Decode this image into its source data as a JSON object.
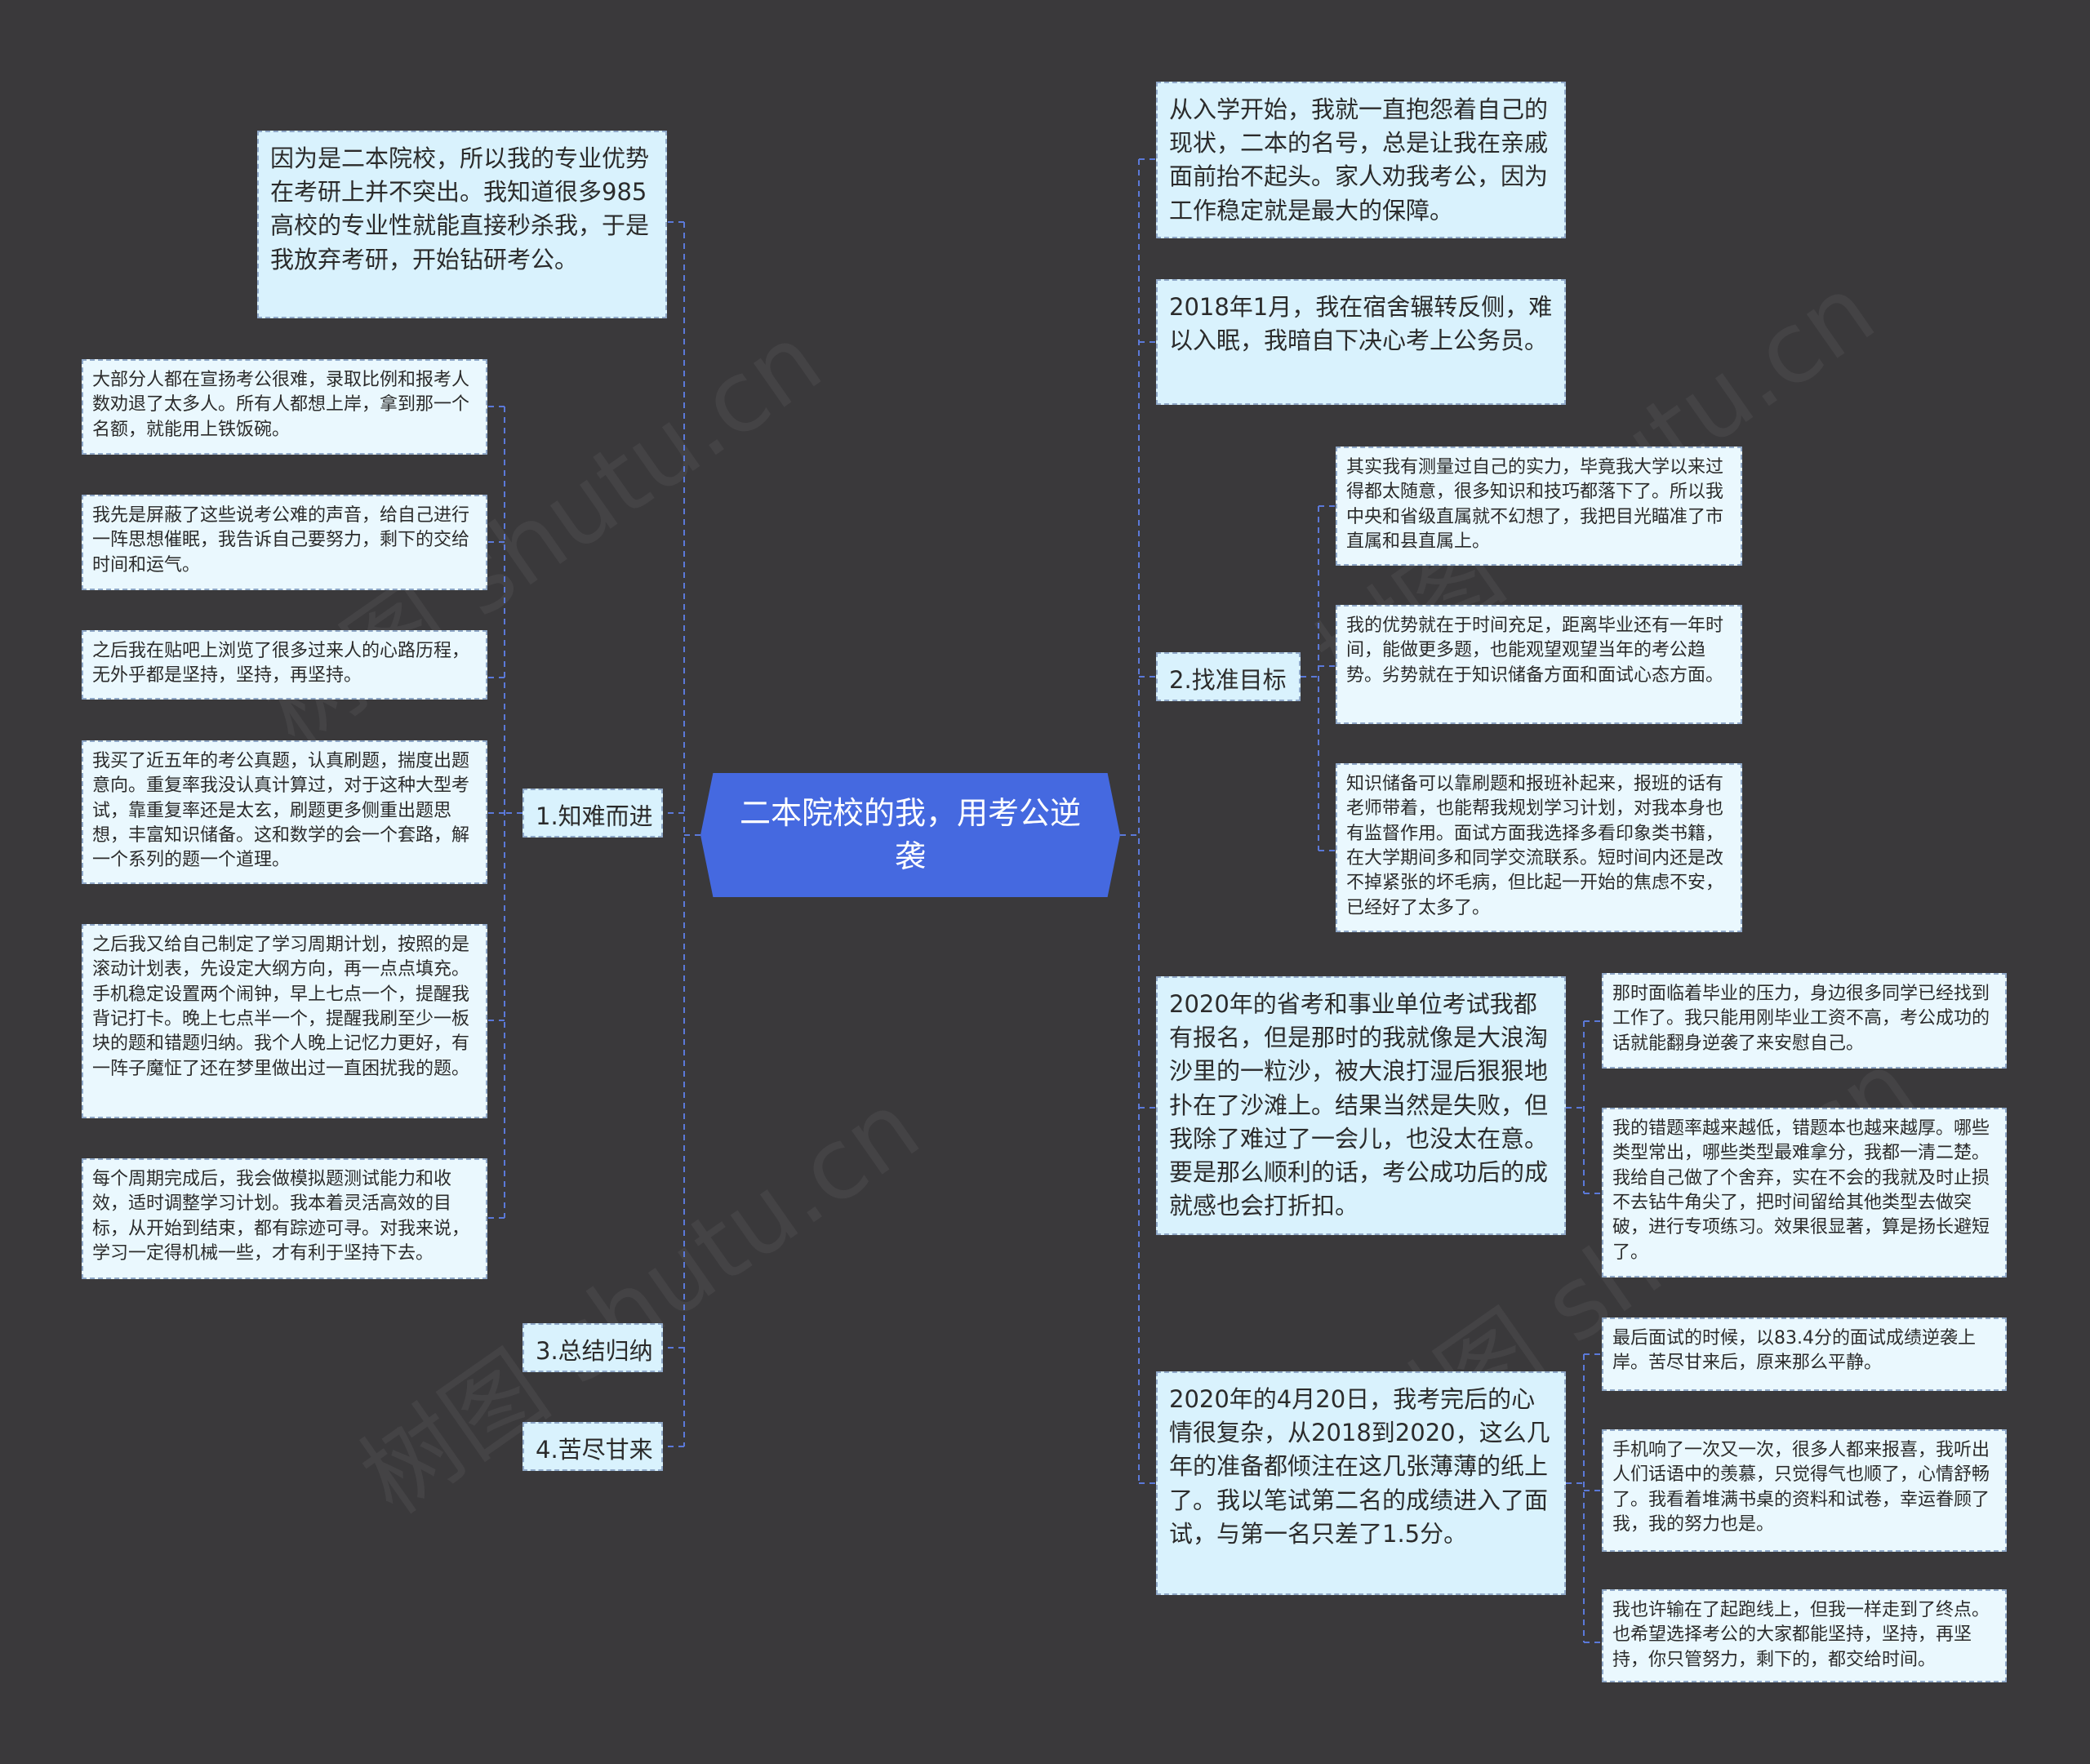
{
  "root": {
    "label": "二本院校的我，用考公逆袭"
  },
  "left": {
    "intro": "因为是二本院校，所以我的专业优势在考研上并不突出。我知道很多985高校的专业性就能直接秒杀我，于是我放弃考研，开始钻研考公。",
    "cat1": {
      "label": "1.知难而进",
      "items": [
        "大部分人都在宣扬考公很难，录取比例和报考人数劝退了太多人。所有人都想上岸，拿到那一个名额，就能用上铁饭碗。",
        "我先是屏蔽了这些说考公难的声音，给自己进行一阵思想催眠，我告诉自己要努力，剩下的交给时间和运气。",
        "之后我在贴吧上浏览了很多过来人的心路历程，无外乎都是坚持，坚持，再坚持。",
        "我买了近五年的考公真题，认真刷题，揣度出题意向。重复率我没认真计算过，对于这种大型考试，靠重复率还是太玄，刷题更多侧重出题思想，丰富知识储备。这和数学的会一个套路，解一个系列的题一个道理。",
        "之后我又给自己制定了学习周期计划，按照的是滚动计划表，先设定大纲方向，再一点点填充。手机稳定设置两个闹钟，早上七点一个，提醒我背记打卡。晚上七点半一个，提醒我刷至少一板块的题和错题归纳。我个人晚上记忆力更好，有一阵子魔怔了还在梦里做出过一直困扰我的题。",
        "每个周期完成后，我会做模拟题测试能力和收效，适时调整学习计划。我本着灵活高效的目标，从开始到结束，都有踪迹可寻。对我来说，学习一定得机械一些，才有利于坚持下去。"
      ]
    },
    "cat3": {
      "label": "3.总结归纳"
    },
    "cat4": {
      "label": "4.苦尽甘来"
    }
  },
  "right": {
    "n1": "从入学开始，我就一直抱怨着自己的现状，二本的名号，总是让我在亲戚面前抬不起头。家人劝我考公，因为工作稳定就是最大的保障。",
    "n2": "2018年1月，我在宿舍辗转反侧，难以入眠，我暗自下决心考上公务员。",
    "cat2": {
      "label": "2.找准目标",
      "items": [
        "其实我有测量过自己的实力，毕竟我大学以来过得都太随意，很多知识和技巧都落下了。所以我中央和省级直属就不幻想了，我把目光瞄准了市直属和县直属上。",
        "我的优势就在于时间充足，距离毕业还有一年时间，能做更多题，也能观望观望当年的考公趋势。劣势就在于知识储备方面和面试心态方面。",
        "知识储备可以靠刷题和报班补起来，报班的话有老师带着，也能帮我规划学习计划，对我本身也有监督作用。面试方面我选择多看印象类书籍，在大学期间多和同学交流联系。短时间内还是改不掉紧张的坏毛病，但比起一开始的焦虑不安，已经好了太多了。"
      ]
    },
    "n3": {
      "text": "2020年的省考和事业单位考试我都有报名，但是那时的我就像是大浪淘沙里的一粒沙，被大浪打湿后狠狠地扑在了沙滩上。结果当然是失败，但我除了难过了一会儿，也没太在意。要是那么顺利的话，考公成功后的成就感也会打折扣。",
      "items": [
        "那时面临着毕业的压力，身边很多同学已经找到工作了。我只能用刚毕业工资不高，考公成功的话就能翻身逆袭了来安慰自己。",
        "我的错题率越来越低，错题本也越来越厚。哪些类型常出，哪些类型最难拿分，我都一清二楚。我给自己做了个舍弃，实在不会的我就及时止损不去钻牛角尖了，把时间留给其他类型去做突破，进行专项练习。效果很显著，算是扬长避短了。"
      ]
    },
    "n4": {
      "text": "2020年的4月20日，我考完后的心情很复杂，从2018到2020，这么几年的准备都倾注在这几张薄薄的纸上了。我以笔试第二名的成绩进入了面试，与第一名只差了1.5分。",
      "items": [
        "最后面试的时候，以83.4分的面试成绩逆袭上岸。苦尽甘来后，原来那么平静。",
        "手机响了一次又一次，很多人都来报喜，我听出人们话语中的羡慕，只觉得气也顺了，心情舒畅了。我看着堆满书桌的资料和试卷，幸运眷顾了我，我的努力也是。",
        "我也许输在了起跑线上，但我一样走到了终点。也希望选择考公的大家都能坚持，坚持，再坚持，你只管努力，剩下的，都交给时间。"
      ]
    }
  },
  "colors": {
    "background": "#3a393b",
    "root": "#4569e0",
    "node": "#d9f2fd",
    "connector": "#5b79d9"
  }
}
